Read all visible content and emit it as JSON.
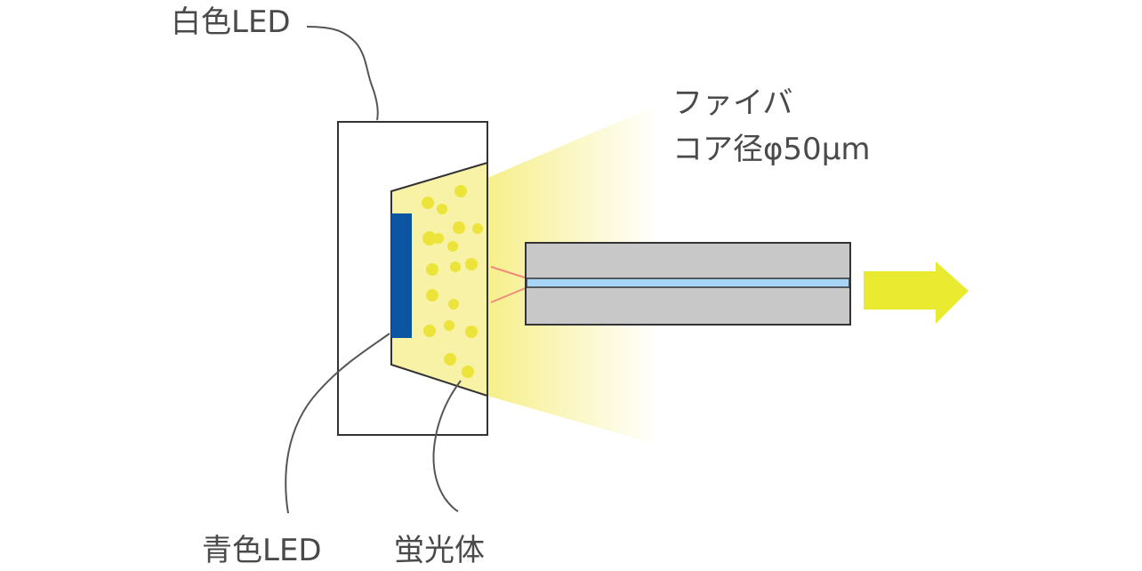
{
  "labels": {
    "white_led": "白色LED",
    "fiber_line1": "ファイバ",
    "fiber_line2": "コア径φ50μm",
    "blue_led": "青色LED",
    "phosphor": "蛍光体"
  },
  "colors": {
    "background": "#ffffff",
    "outline": "#333333",
    "leader_line": "#555555",
    "blue_led": "#0b55a3",
    "phosphor_fill": "#f7f2a6",
    "phosphor_dot": "#ece43a",
    "light_beam": "#f6ef8a",
    "fiber_cladding": "#c8c8c8",
    "fiber_core": "#a8d4f5",
    "coupling_ray": "#f08a7a",
    "output_arrow": "#eaea30",
    "text": "#4a4a4a"
  },
  "icons": {
    "output_arrow": "right-arrow-icon"
  }
}
